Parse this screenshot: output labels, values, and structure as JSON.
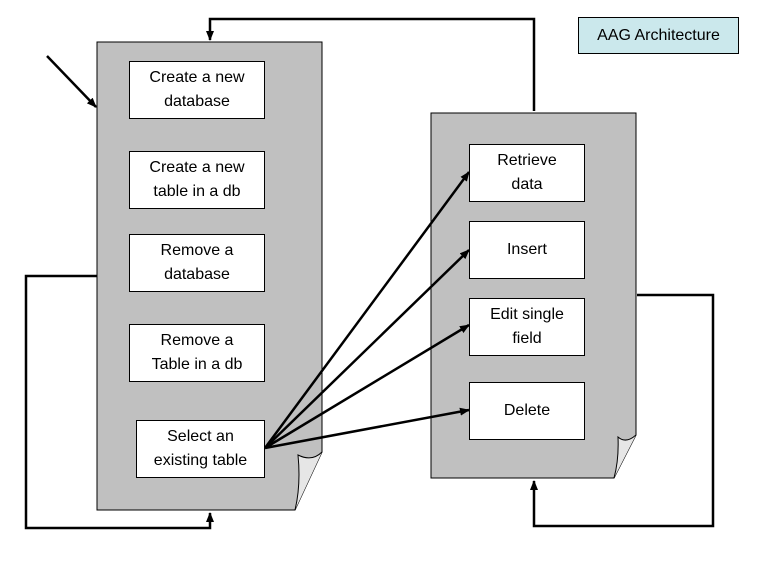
{
  "title": "AAG Architecture",
  "colors": {
    "panel_fill": "#c0c0c0",
    "title_fill": "#cbe8ec",
    "stroke": "#000000",
    "box_fill": "#ffffff"
  },
  "left_panel": {
    "items": [
      {
        "label": "Create a new\ndatabase"
      },
      {
        "label": "Create a new\ntable in a db"
      },
      {
        "label": "Remove a\ndatabase"
      },
      {
        "label": "Remove a\nTable in a db"
      },
      {
        "label": "Select an\nexisting table"
      }
    ]
  },
  "right_panel": {
    "items": [
      {
        "label": "Retrieve\ndata"
      },
      {
        "label": "Insert"
      },
      {
        "label": "Edit single\nfield"
      },
      {
        "label": "Delete"
      }
    ]
  },
  "connections": [
    {
      "from": "Select an existing table",
      "to": "Retrieve data"
    },
    {
      "from": "Select an existing table",
      "to": "Insert"
    },
    {
      "from": "Select an existing table",
      "to": "Edit single field"
    },
    {
      "from": "Select an existing table",
      "to": "Delete"
    },
    {
      "from": "left panel",
      "to": "left panel",
      "kind": "loop"
    },
    {
      "from": "right panel",
      "to": "left panel"
    },
    {
      "from": "right panel",
      "to": "right panel",
      "kind": "loop"
    }
  ]
}
